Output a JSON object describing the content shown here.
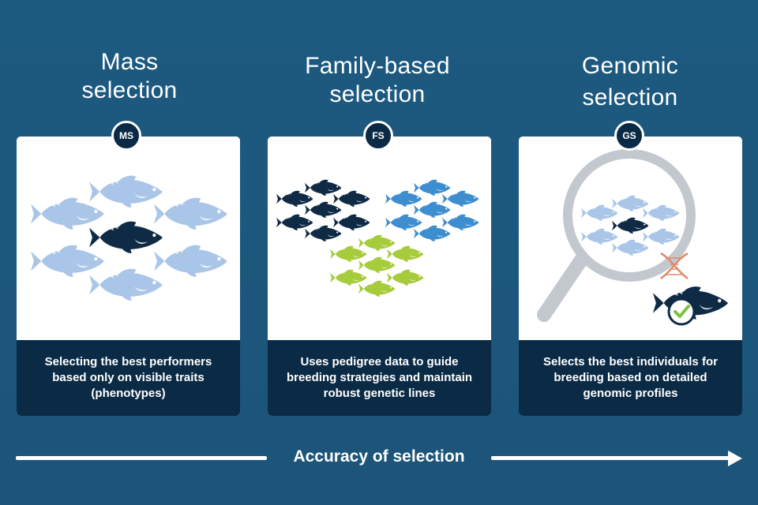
{
  "columns": [
    {
      "title_line1": "Mass",
      "title_line2": "selection",
      "badge": "MS",
      "description": "Selecting the best performers based only on visible traits (phenotypes)"
    },
    {
      "title_line1": "Family-based",
      "title_line2": "selection",
      "badge": "FS",
      "description": "Uses pedigree data to guide breeding strategies and maintain robust genetic lines"
    },
    {
      "title_line1": "Genomic",
      "title_line2": "selection",
      "badge": "GS",
      "description": "Selects the best individuals for breeding based on detailed genomic profiles"
    }
  ],
  "axis": {
    "label": "Accuracy of selection"
  },
  "icons": {
    "fish": "fish-icon",
    "magnifier": "magnifying-glass-icon",
    "dna": "dna-icon",
    "check": "checkmark-icon"
  },
  "colors": {
    "background": "#1d5a80",
    "dark_navy": "#0b2a45",
    "light_blue_fish": "#a9c6e8",
    "mid_blue_fish": "#3d8ed0",
    "green_fish": "#a6cb3b",
    "dark_fish": "#0e2a45",
    "lens_ring": "#c3c8cf",
    "dna_orange": "#e08a6a",
    "check_green": "#7cc142"
  }
}
